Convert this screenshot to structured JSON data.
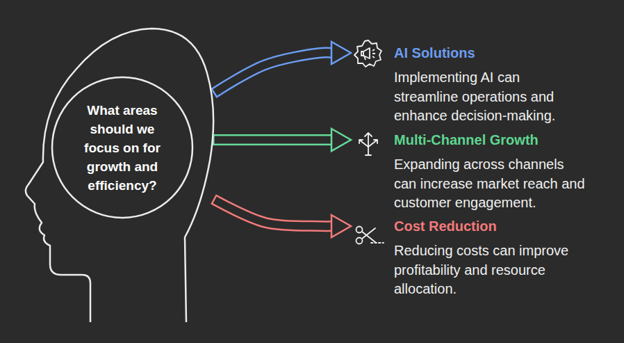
{
  "diagram": {
    "nodes": [
      {
        "text": [
          "What areas should we focus on for growth and efficiency?"
        ]
      },
      {
        "text": [
          "AI Solutions",
          "Implementing AI can streamline operations and enhance decision-making."
        ]
      },
      {
        "text": [
          "Multi-Channel Growth",
          "Expanding across channels can increase market reach and customer engagement."
        ]
      },
      {
        "text": [
          "Cost Reduction",
          "Reducing costs can improve profitability and resource allocation."
        ]
      }
    ],
    "edges": [
      {
        "from": 0,
        "to": 1,
        "arrow": "to"
      },
      {
        "from": 0,
        "to": 2,
        "arrow": "to"
      },
      {
        "from": 0,
        "to": 3,
        "arrow": "to"
      }
    ]
  }
}
